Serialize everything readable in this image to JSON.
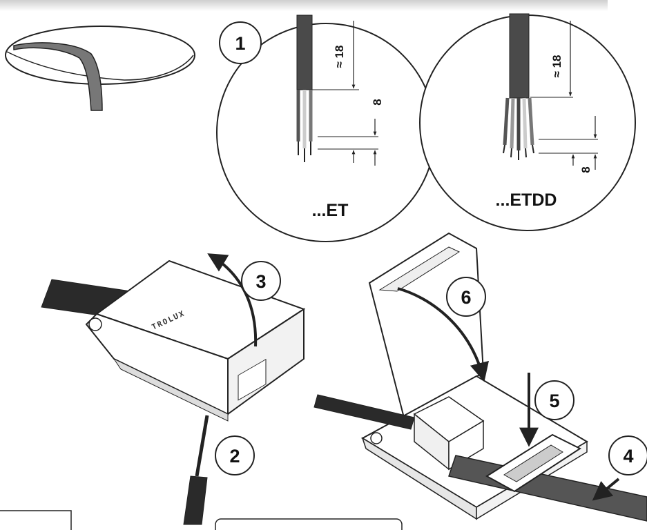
{
  "brand": {
    "logo_text": "TROLUX"
  },
  "steps": [
    {
      "number": "1"
    },
    {
      "number": "2"
    },
    {
      "number": "3"
    },
    {
      "number": "4"
    },
    {
      "number": "5"
    },
    {
      "number": "6"
    }
  ],
  "variants": {
    "et": {
      "label": "...ET",
      "dim_strip": "≈ 18",
      "dim_core": "8"
    },
    "etdd": {
      "label": "...ETDD",
      "dim_strip": "≈ 18",
      "dim_core": "8"
    }
  },
  "colors": {
    "line": "#222222",
    "cable_dark": "#3a3a3a",
    "cable_mid": "#8a8a8a",
    "cable_light": "#bdbdbd",
    "housing": "#ffffff",
    "shade": "#e6e6e6"
  },
  "icons": [
    "arrow-icon",
    "screwdriver-icon",
    "cable-icon"
  ]
}
